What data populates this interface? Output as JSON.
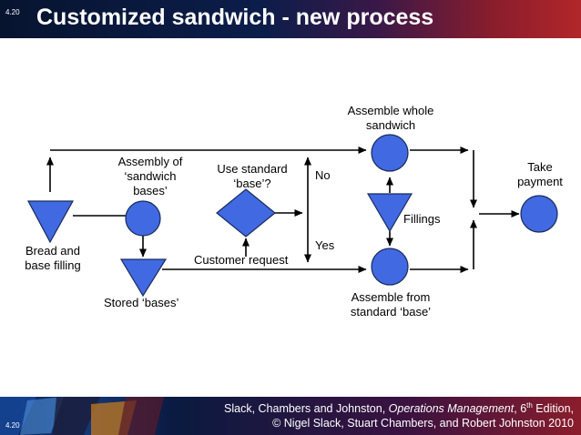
{
  "header": {
    "slide_number": "4.20",
    "title": "Customized sandwich - new process"
  },
  "labels": {
    "assemble_whole_line1": "Assemble whole",
    "assemble_whole_line2": "sandwich",
    "take_payment_line1": "Take",
    "take_payment_line2": "payment",
    "assembly_of_line1": "Assembly of",
    "assembly_of_line2": "‘sandwich",
    "assembly_of_line3": "bases’",
    "use_standard_line1": "Use standard",
    "use_standard_line2": "‘base’?",
    "no": "No",
    "yes": "Yes",
    "fillings": "Fillings",
    "bread_line1": "Bread and",
    "bread_line2": "base filling",
    "customer_request": "Customer request",
    "stored_bases": "Stored ‘bases’",
    "assemble_from_line1": "Assemble from",
    "assemble_from_line2": "standard ‘base’"
  },
  "footer": {
    "slide_number": "4.20",
    "authors": "Slack, Chambers and Johnston, ",
    "book": "Operations Management",
    "edition_num": ", 6",
    "edition_sup": "th",
    "edition_rest": " Edition,",
    "copyright": "© Nigel Slack, Stuart Chambers, and Robert Johnston 2010"
  },
  "colors": {
    "shape_fill": "#4169e1",
    "shape_stroke": "#1a2b5a",
    "line": "#000000"
  }
}
